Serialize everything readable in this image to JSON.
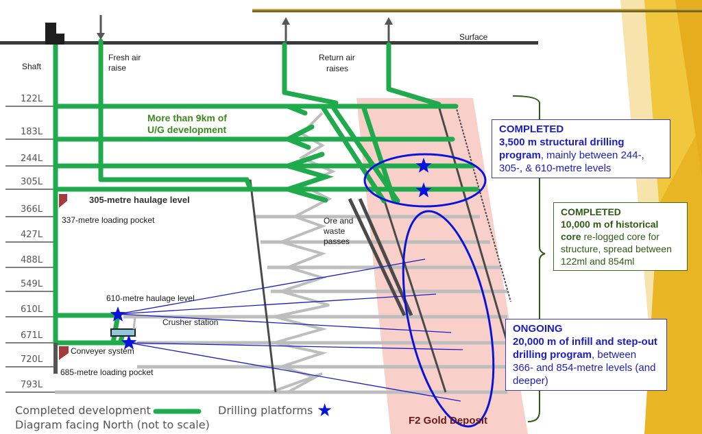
{
  "diagram": {
    "surface_label": "Surface",
    "shaft_label": "Shaft",
    "fresh_air_label": [
      "Fresh air",
      "raise"
    ],
    "return_air_label": [
      "Return air",
      "raises"
    ],
    "development_label": [
      "More than 9km of",
      "U/G development"
    ],
    "haulage_305_label": "305-metre haulage level",
    "loading_337_label": "337-metre loading pocket",
    "ore_passes_label": [
      "Ore and",
      "waste",
      "passes"
    ],
    "haulage_610_label": "610-metre haulage level",
    "crusher_label": "Crusher station",
    "conveyor_label": "Conveyer system",
    "loading_685_label": "685-metre loading pocket",
    "deposit_label": "F2 Gold Deposit",
    "levels": [
      "122L",
      "183L",
      "244L",
      "305L",
      "366L",
      "427L",
      "488L",
      "549L",
      "610L",
      "671L",
      "720L",
      "793L"
    ]
  },
  "callouts": {
    "structural": {
      "status": "COMPLETED",
      "bold": "3,500 m structural drilling program",
      "rest": ", mainly between 244-, 305-, & 610-metre levels"
    },
    "historical": {
      "status": "COMPLETED",
      "bold": "10,000 m of historical core",
      "rest": " re-logged core for structure, spread between 122ml and 854ml"
    },
    "ongoing": {
      "status": "ONGOING",
      "bold": "20,000 m of infill and step-out drilling program",
      "rest": ", between 366- and 854-metre levels (and deeper)"
    }
  },
  "legend": {
    "completed_development": "Completed development",
    "drilling_platforms": "Drilling platforms",
    "facing_note": "Diagram facing North (not to scale)"
  },
  "colors": {
    "development_green": "#1faa4c",
    "drill_blue": "#0a14d8",
    "deposit_pink": "#f8cfc9",
    "old_workings_grey": "#bdbdbd",
    "accent_gold": "#e8b92a"
  }
}
